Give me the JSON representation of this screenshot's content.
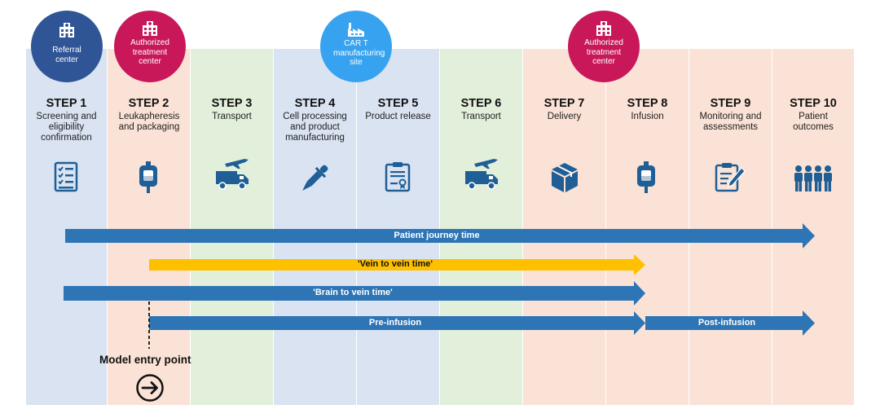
{
  "colors": {
    "blue_bg": "#dae3f2",
    "pink_bg": "#fbe2d6",
    "green_bg": "#e2efda",
    "referral_circle": "#2f5597",
    "treatment_circle": "#c8185a",
    "manufacturing_circle": "#37a3f0",
    "arrow_blue": "#2e75b6",
    "arrow_yellow": "#ffc000",
    "icon_blue": "#1f5f96"
  },
  "circles": [
    {
      "label": "Referral center",
      "icon": "hospital-icon"
    },
    {
      "label": "Authorized treatment center",
      "icon": "hospital-icon"
    },
    {
      "label": "CAR T manufacturing site",
      "icon": "factory-icon"
    },
    {
      "label": "Authorized treatment center",
      "icon": "hospital-icon"
    }
  ],
  "steps": [
    {
      "title": "STEP 1",
      "desc": "Screening and eligibility confirmation",
      "icon": "checklist-icon"
    },
    {
      "title": "STEP 2",
      "desc": "Leukapheresis and packaging",
      "icon": "blood-bag-icon"
    },
    {
      "title": "STEP 3",
      "desc": "Transport",
      "icon": "plane-truck-icon"
    },
    {
      "title": "STEP 4",
      "desc": "Cell processing and product manufacturing",
      "icon": "dropper-icon"
    },
    {
      "title": "STEP 5",
      "desc": "Product release",
      "icon": "certificate-clipboard-icon"
    },
    {
      "title": "STEP 6",
      "desc": "Transport",
      "icon": "plane-truck-icon"
    },
    {
      "title": "STEP 7",
      "desc": "Delivery",
      "icon": "package-icon"
    },
    {
      "title": "STEP 8",
      "desc": "Infusion",
      "icon": "blood-bag-icon"
    },
    {
      "title": "STEP 9",
      "desc": "Monitoring and assessments",
      "icon": "clipboard-pen-icon"
    },
    {
      "title": "STEP 10",
      "desc": "Patient outcomes",
      "icon": "people-icon"
    }
  ],
  "arrows": {
    "patient_journey": "Patient journey time",
    "vein_to_vein": "'Vein to vein time'",
    "brain_to_vein": "'Brain to vein time'",
    "pre_infusion": "Pre-infusion",
    "post_infusion": "Post-infusion"
  },
  "model_entry": {
    "label": "Model entry point",
    "icon": "arrow-circle-icon"
  }
}
